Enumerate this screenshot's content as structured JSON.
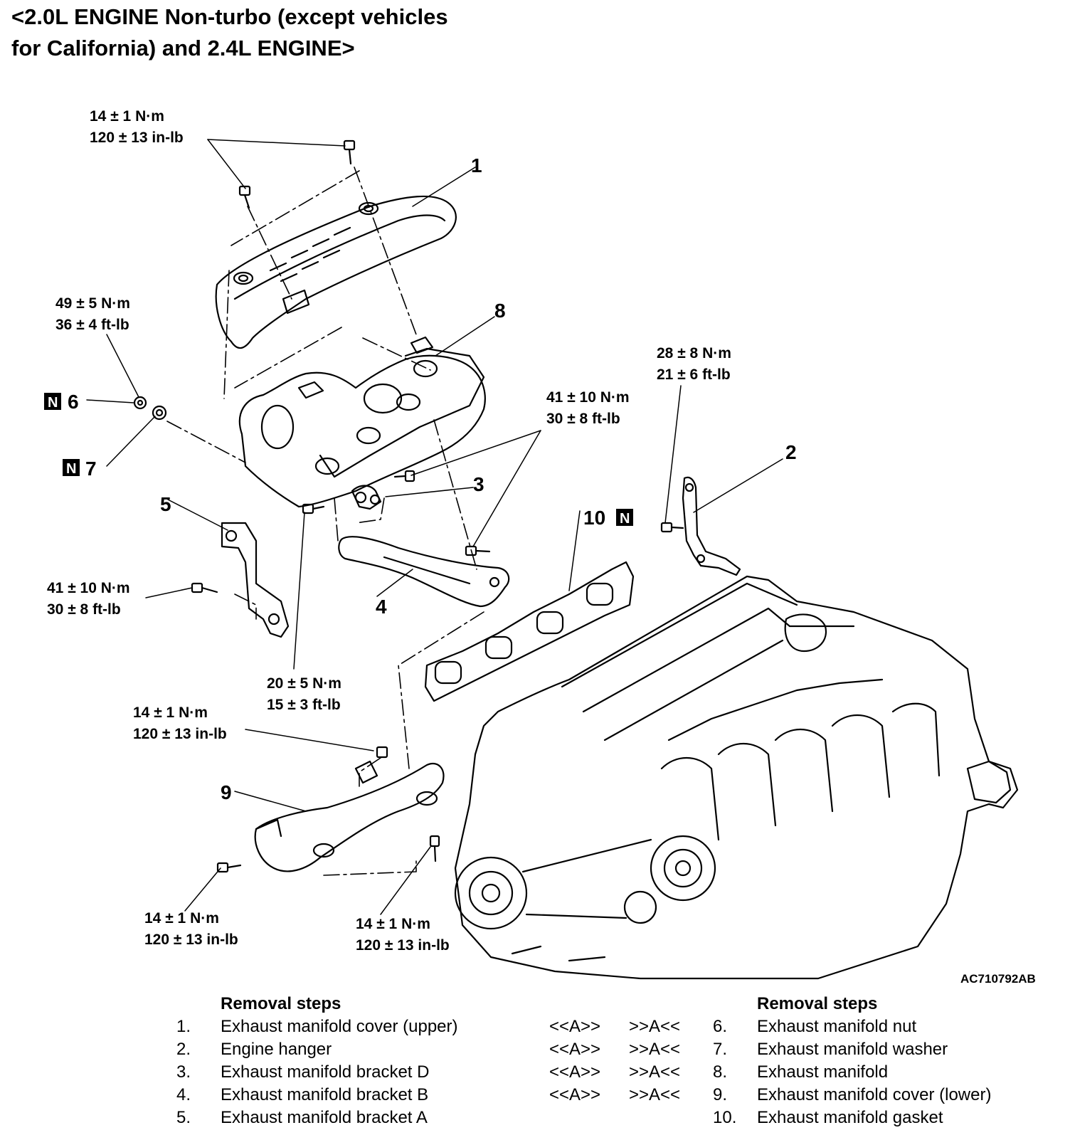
{
  "title": {
    "line1": "<2.0L ENGINE Non-turbo (except vehicles",
    "line2": "for California) and 2.4L ENGINE>"
  },
  "figure_code": "AC710792AB",
  "torque_specs": [
    {
      "metric": "14 ± 1 N·m",
      "imperial": "120 ± 13 in-lb"
    },
    {
      "metric": "49 ± 5 N·m",
      "imperial": "36 ± 4 ft-lb"
    },
    {
      "metric": "28 ± 8 N·m",
      "imperial": "21 ± 6 ft-lb"
    },
    {
      "metric": "41 ± 10 N·m",
      "imperial": "30 ± 8 ft-lb"
    },
    {
      "metric": "41 ± 10 N·m",
      "imperial": "30 ± 8 ft-lb"
    },
    {
      "metric": "20 ± 5 N·m",
      "imperial": "15 ± 3 ft-lb"
    },
    {
      "metric": "14 ± 1 N·m",
      "imperial": "120 ± 13 in-lb"
    },
    {
      "metric": "14 ± 1 N·m",
      "imperial": "120 ± 13 in-lb"
    },
    {
      "metric": "14 ± 1 N·m",
      "imperial": "120 ± 13 in-lb"
    }
  ],
  "callouts": [
    "1",
    "2",
    "3",
    "4",
    "5",
    "6",
    "7",
    "8",
    "9",
    "10"
  ],
  "n_mark": "N",
  "removal_left": {
    "heading": "Removal steps",
    "items": [
      {
        "num": "1.",
        "text": "Exhaust manifold cover (upper)"
      },
      {
        "num": "2.",
        "text": "Engine hanger"
      },
      {
        "num": "3.",
        "text": "Exhaust manifold bracket D"
      },
      {
        "num": "4.",
        "text": "Exhaust manifold bracket B"
      },
      {
        "num": "5.",
        "text": "Exhaust manifold bracket A"
      }
    ]
  },
  "removal_right": {
    "heading": "Removal steps",
    "items": [
      {
        "num": "6.",
        "text": "Exhaust manifold nut",
        "remove_mark": "<<A>>",
        "install_mark": ">>A<<"
      },
      {
        "num": "7.",
        "text": "Exhaust manifold washer",
        "remove_mark": "<<A>>",
        "install_mark": ">>A<<"
      },
      {
        "num": "8.",
        "text": "Exhaust manifold",
        "remove_mark": "<<A>>",
        "install_mark": ">>A<<"
      },
      {
        "num": "9.",
        "text": "Exhaust manifold cover (lower)",
        "remove_mark": "<<A>>",
        "install_mark": ">>A<<"
      },
      {
        "num": "10.",
        "text": "Exhaust manifold gasket",
        "remove_mark": "",
        "install_mark": ""
      }
    ]
  }
}
